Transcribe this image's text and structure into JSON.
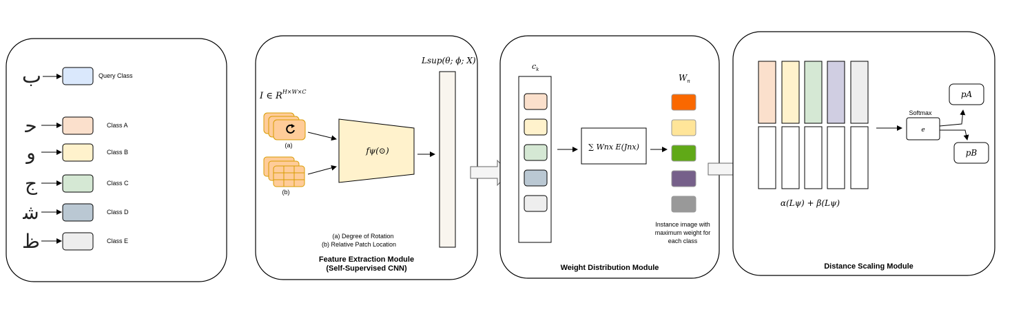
{
  "left_panel": {
    "query": {
      "glyph": "ب",
      "label": "Query Class",
      "color": "#dae8fc"
    },
    "classes": [
      {
        "glyph": "ﺣ",
        "label": "Class A",
        "color": "#fbe0cc"
      },
      {
        "glyph": "ﻭ",
        "label": "Class B",
        "color": "#fff2cc"
      },
      {
        "glyph": "ﺝ",
        "label": "Class C",
        "color": "#d5e8d4"
      },
      {
        "glyph": "ﺷ",
        "label": "Class D",
        "color": "#bac8d3"
      },
      {
        "glyph": "ﻅ",
        "label": "Class E",
        "color": "#eeeeee"
      }
    ]
  },
  "feature_module": {
    "input_formula": "I ∈ R",
    "input_superscript": "H×W×C",
    "label_a": "(a)",
    "label_b": "(b)",
    "encoder_label": "fψ(⊙)",
    "loss_label": "Lsup(θ; ϕ; X)",
    "legend_a": "(a) Degree of Rotation",
    "legend_b": "(b) Relative Patch Location",
    "title_line1": "Feature Extraction Module",
    "title_line2": "(Self-Supervised CNN)"
  },
  "weight_module": {
    "ck_label": "c",
    "ck_sub": "k",
    "ck_colors": [
      "#fbe0cc",
      "#fff2cc",
      "#d5e8d4",
      "#bac8d3",
      "#eeeeee"
    ],
    "sum_formula": "∑ Wnx E(Jnx)",
    "wn_label": "W",
    "wn_sub": "n",
    "wn_colors": [
      "#fa6800",
      "#ffe599",
      "#60a917",
      "#76608a",
      "#999999"
    ],
    "note_lines": [
      "Instance image with",
      "maximum weight for",
      "each class"
    ],
    "title": "Weight Distribution Module"
  },
  "distance_module": {
    "bar_colors": [
      "#fbe0cc",
      "#fff2cc",
      "#d5e8d4",
      "#d0cee2",
      "#eeeeee"
    ],
    "formula": "α(Lψ) + β(Lψ)",
    "softmax_label": "Softmax",
    "softmax_symbol": "e",
    "output_a": "pA",
    "output_b": "pB",
    "title": "Distance Scaling Module"
  }
}
